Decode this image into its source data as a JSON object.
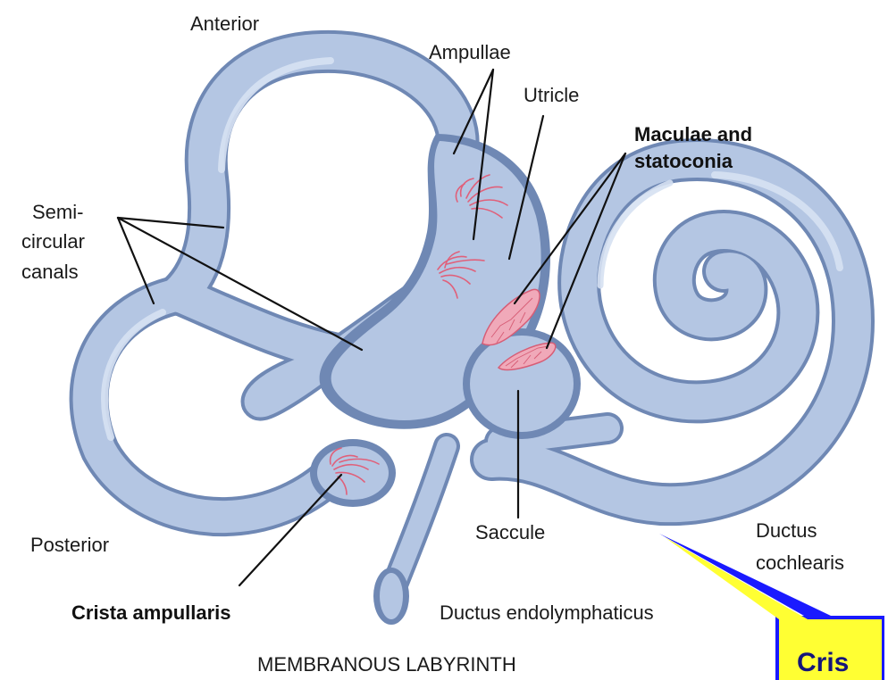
{
  "labels": {
    "anterior": "Anterior",
    "ampullae": "Ampullae",
    "utricle": "Utricle",
    "maculae_line1": "Maculae and",
    "maculae_line2": "statoconia",
    "semi_line1": "Semi-",
    "semi_line2": "circular",
    "semi_line3": "canals",
    "posterior": "Posterior",
    "saccule": "Saccule",
    "ductus_cochlearis_line1": "Ductus",
    "ductus_cochlearis_line2": "cochlearis",
    "crista_ampullaris": "Crista ampullaris",
    "ductus_endolymphaticus": "Ductus endolymphaticus",
    "caption": "MEMBRANOUS LABYRINTH"
  },
  "callout": {
    "text": "Cris",
    "fill_color": "#ffff33",
    "border_color": "#1a1aff"
  },
  "colors": {
    "membrane_fill": "#b4c6e3",
    "membrane_outline": "#6f88b4",
    "sensory_hair": "#e0607a"
  }
}
